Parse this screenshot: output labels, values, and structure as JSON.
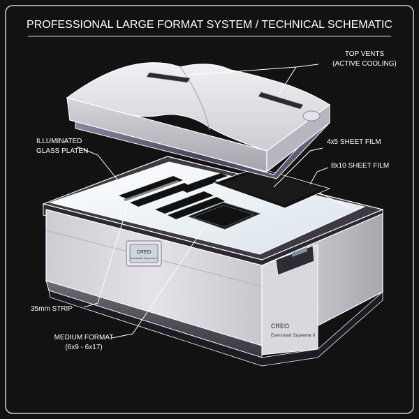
{
  "title": "PROFESSIONAL LARGE FORMAT SYSTEM / TECHNICAL SCHEMATIC",
  "callouts": {
    "top_vents_line1": "TOP VENTS",
    "top_vents_line2": "(ACTIVE COOLING)",
    "platen_line1": "ILLUMINATED",
    "platen_line2": "GLASS PLATEN",
    "film_4x5": "4x5 SHEET FILM",
    "film_8x10": "8x10 SHEET FILM",
    "strip_35mm": "35mm STRIP",
    "medium_line1": "MEDIUM FORMAT",
    "medium_line2": "(6x9 - 6x17)"
  },
  "device": {
    "badge_brand": "CREO",
    "badge_model": "Eversmart Supreme II",
    "side_brand": "CREO",
    "side_model": "Eversmart Supreme II"
  },
  "colors": {
    "background": "#121212",
    "body_light": "#e4e1e6",
    "body_shadow": "#9c99a0",
    "accent_purple": "#5e5670",
    "platen": "#eef3f6",
    "film": "#111111"
  }
}
